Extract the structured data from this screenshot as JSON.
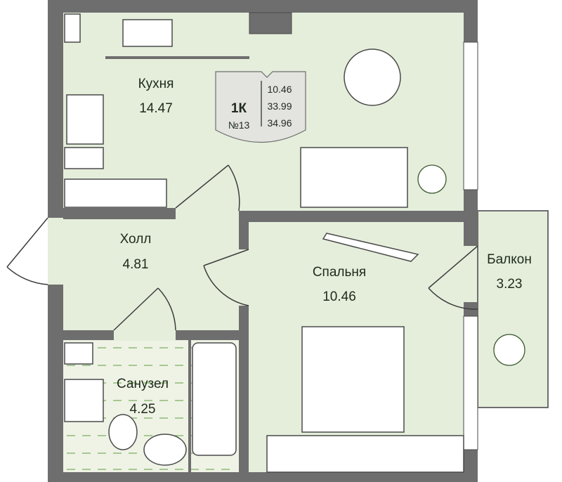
{
  "rooms": {
    "kitchen": {
      "name": "Кухня",
      "area": "14.47"
    },
    "hall": {
      "name": "Холл",
      "area": "4.81"
    },
    "bedroom": {
      "name": "Спальня",
      "area": "10.46"
    },
    "balcony": {
      "name": "Балкон",
      "area": "3.23"
    },
    "bathroom": {
      "name": "Санузел",
      "area": "4.25"
    }
  },
  "badge": {
    "type": "1К",
    "number": "№13",
    "areas": [
      "10.46",
      "33.99",
      "34.96"
    ]
  },
  "colors": {
    "wall": "#6e6e6e",
    "floor": "#e5eedb",
    "text": "#1f2a1c"
  }
}
